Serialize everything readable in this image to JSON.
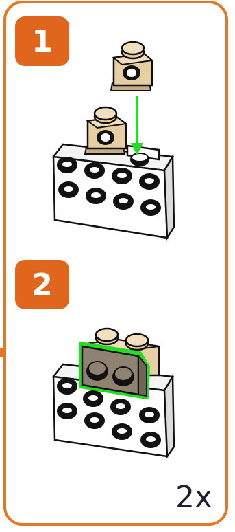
{
  "instruction_page": {
    "steps": [
      {
        "number": "1"
      },
      {
        "number": "2"
      }
    ],
    "multiplier": "2x",
    "colors": {
      "accent_orange": "#e57623",
      "badge_orange": "#e0661d",
      "tan_brick": "#e8cfa3",
      "dark_tan": "#8f8270",
      "highlight_green": "#22dd22"
    }
  }
}
